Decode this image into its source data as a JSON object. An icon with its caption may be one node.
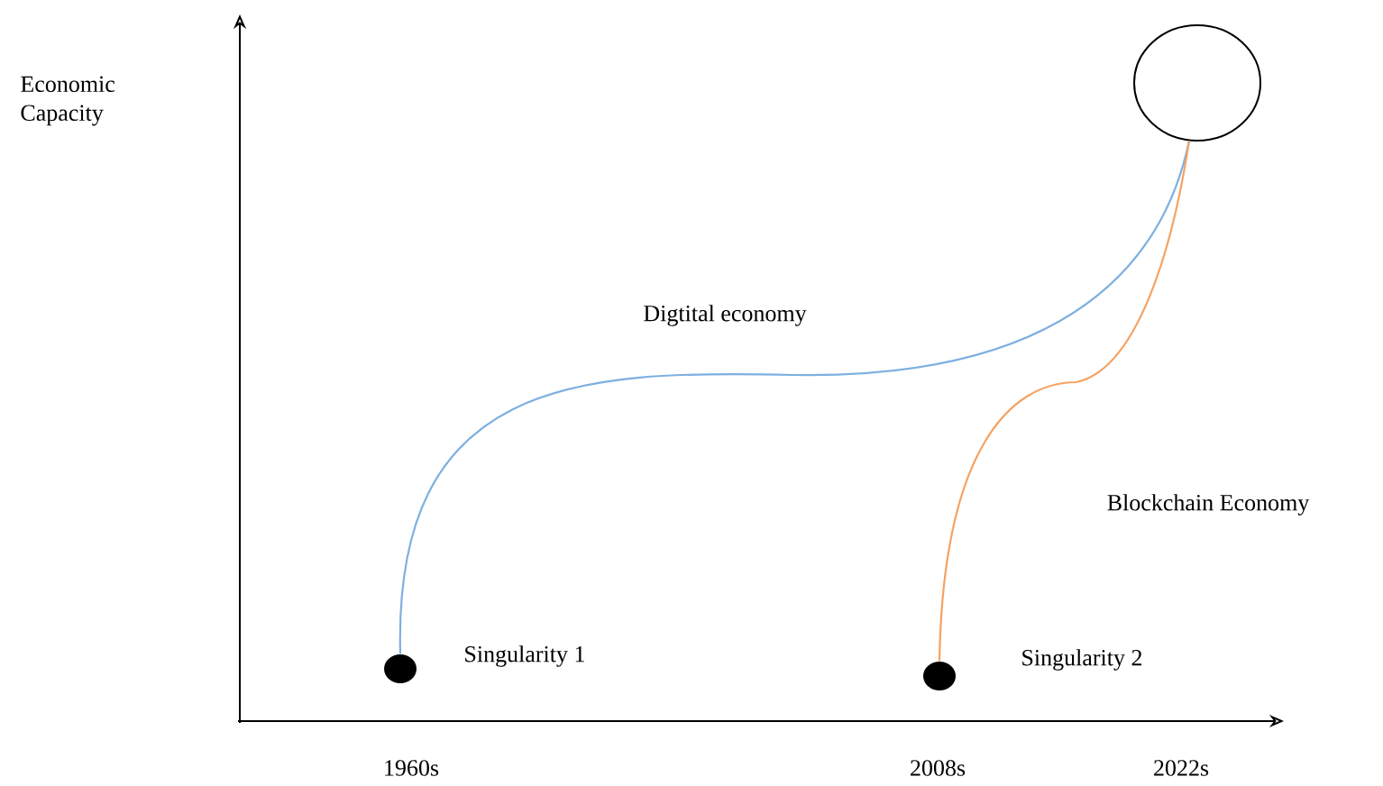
{
  "diagram": {
    "nodes": [
      {
        "text": [],
        "shape": "circle",
        "beside": [
          "Singularity 1"
        ]
      },
      {
        "text": [],
        "shape": "circle",
        "beside": [
          "Singularity 2"
        ]
      },
      {
        "text": [],
        "shape": "circle"
      }
    ],
    "edges": [
      {
        "from": 0,
        "to": 2,
        "arrow": "none",
        "label": "Digtital economy",
        "color": "#7eb0e0"
      },
      {
        "from": 1,
        "to": 2,
        "arrow": "none",
        "label": "Blockchain Economy",
        "color": "#f5a263"
      }
    ],
    "labels": [
      "Economic Capacity",
      "1960s",
      "2008s",
      "2022s"
    ]
  }
}
